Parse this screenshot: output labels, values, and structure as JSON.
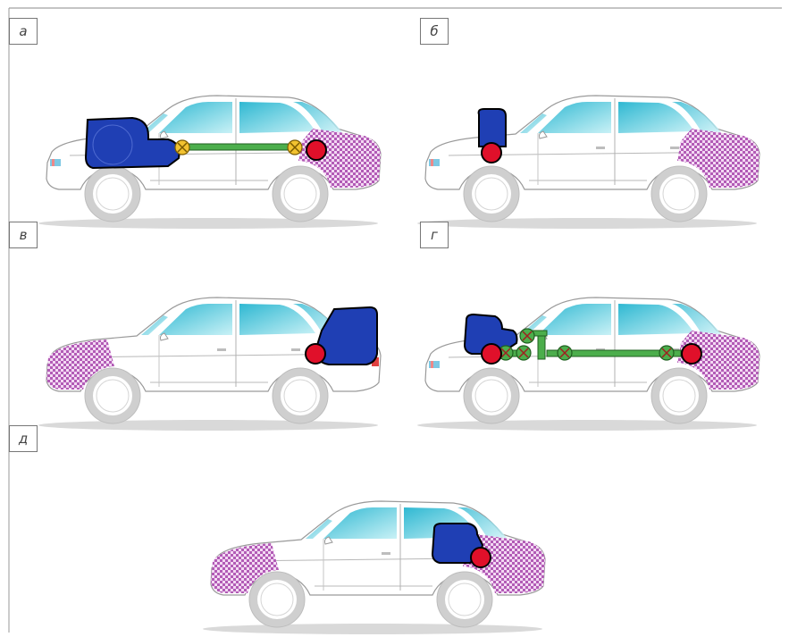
{
  "panels": [
    {
      "label": "а",
      "layout": "front-engine-rear-drive"
    },
    {
      "label": "б",
      "layout": "front-engine-front-drive"
    },
    {
      "label": "в",
      "layout": "rear-engine-rear-drive"
    },
    {
      "label": "г",
      "layout": "front-engine-all-wheel-drive"
    },
    {
      "label": "д",
      "layout": "mid-engine-rear-drive"
    }
  ],
  "colors": {
    "engine": "#1f3fb4",
    "driven_wheel": "#e0102a",
    "shaft": "#4cae4c",
    "joint_yellow": "#f2c230",
    "joint_green": "#4cae4c",
    "luggage_hatch": "#c679c9",
    "glass": "#5fd0e0",
    "wheel": "#cfcfcf",
    "ground": "#d8d8d8"
  }
}
